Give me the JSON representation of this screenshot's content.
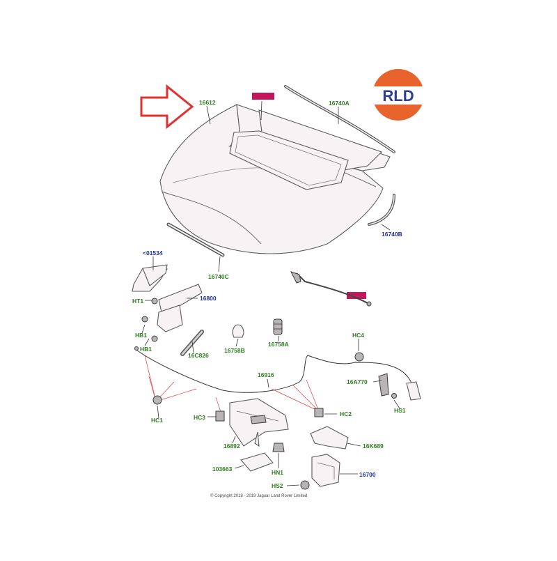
{
  "logo": {
    "text": "RLD",
    "colors": {
      "orange": "#e8632b",
      "blue": "#2f3f8f"
    }
  },
  "labels": {
    "hood": "16612",
    "seal_a": "16740A",
    "seal_b": "16740B",
    "seal_c": "16740C",
    "bracket": "<01534",
    "ht1": "HT1",
    "hinge": "16800",
    "hb1_top": "HB1",
    "hb1_bottom": "HB1",
    "strut": "16C826",
    "bumper_b": "16758B",
    "bumper_a": "16758A",
    "hc4": "HC4",
    "cable": "16916",
    "a770": "16A770",
    "hs1": "HS1",
    "hc1": "HC1",
    "hc3": "HC3",
    "hc2": "HC2",
    "k689": "16K689",
    "shield": "16892",
    "hn1": "HN1",
    "bracket2": "103663",
    "latch": "16700",
    "hs2": "HS2"
  },
  "copyright": "© Copyright 2018 - 2019  Jaguar Land Rover Limited",
  "colors": {
    "label_green": "#2d7d1e",
    "label_blue": "#1f2fa0",
    "highlight": "#c2185b",
    "arrow": "#e03030"
  }
}
